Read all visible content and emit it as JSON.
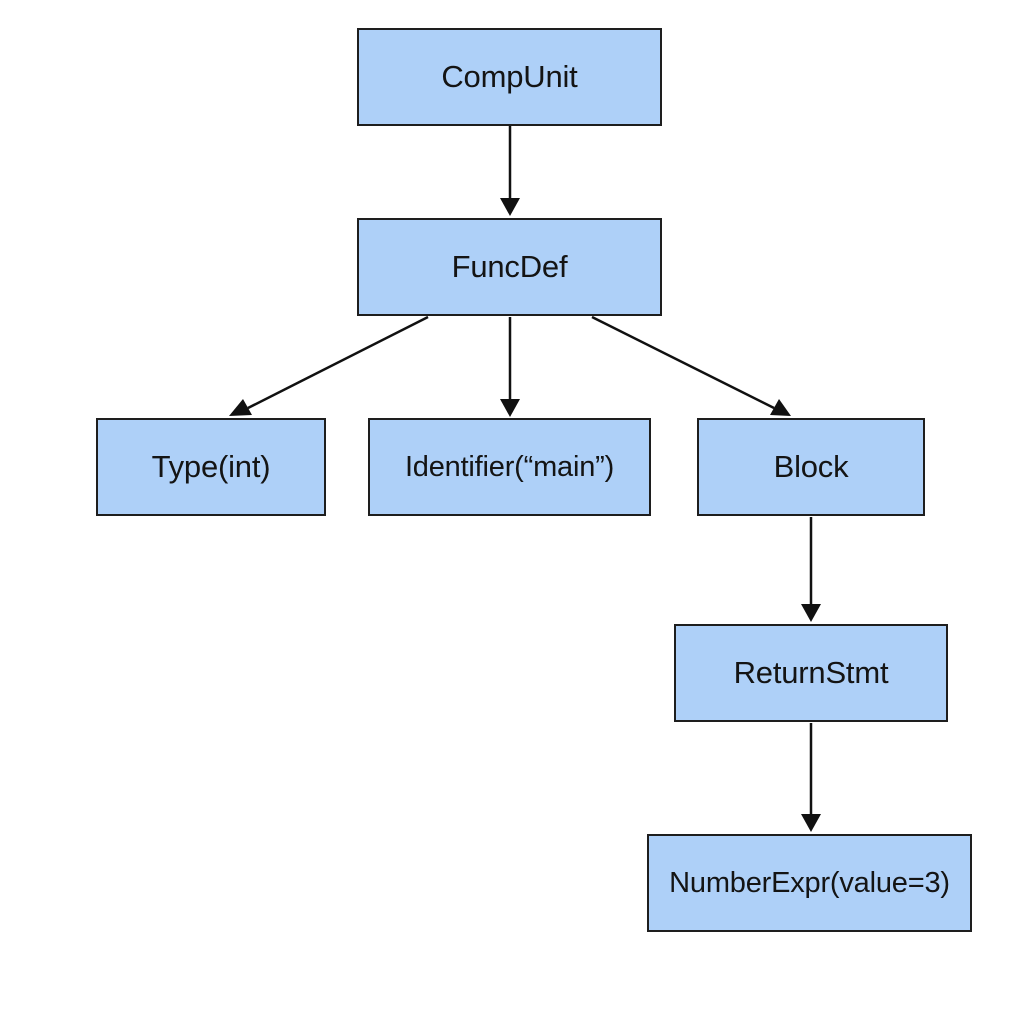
{
  "diagram": {
    "nodes": [
      {
        "id": "compunit",
        "label": "CompUnit"
      },
      {
        "id": "funcdef",
        "label": "FuncDef"
      },
      {
        "id": "type",
        "label": "Type(int)"
      },
      {
        "id": "identifier",
        "label": "Identifier(“main”)"
      },
      {
        "id": "block",
        "label": "Block"
      },
      {
        "id": "returnstmt",
        "label": "ReturnStmt"
      },
      {
        "id": "numberexpr",
        "label": "NumberExpr(value=3)"
      }
    ],
    "edges": [
      {
        "from": "compunit",
        "to": "funcdef"
      },
      {
        "from": "funcdef",
        "to": "type"
      },
      {
        "from": "funcdef",
        "to": "identifier"
      },
      {
        "from": "funcdef",
        "to": "block"
      },
      {
        "from": "block",
        "to": "returnstmt"
      },
      {
        "from": "returnstmt",
        "to": "numberexpr"
      }
    ],
    "colors": {
      "node_fill": "#aed0f8",
      "node_border": "#1e1e1e",
      "edge": "#111111",
      "text": "#141414"
    }
  }
}
